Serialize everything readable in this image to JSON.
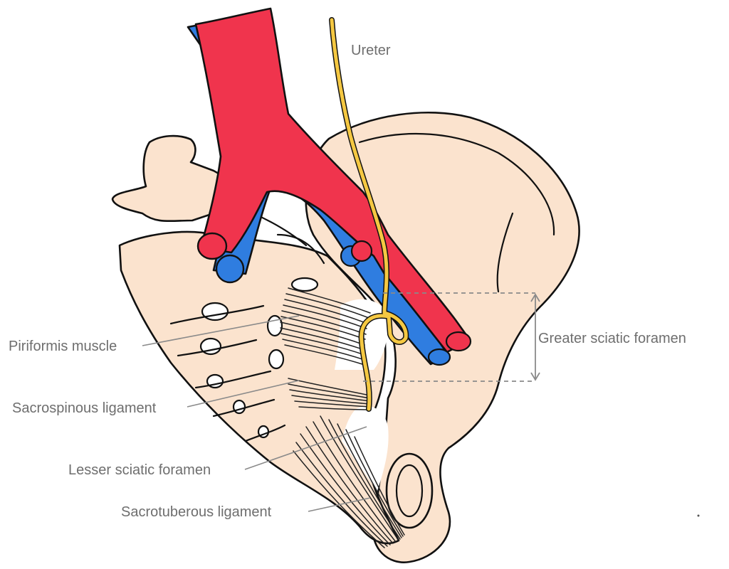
{
  "labels": {
    "ureter": "Ureter",
    "piriformis": "Piriformis muscle",
    "sacrospinous": "Sacrospinous ligament",
    "lesser_foramen": "Lesser sciatic foramen",
    "sacrotuberous": "Sacrotuberous ligament",
    "greater_foramen": "Greater sciatic foramen"
  },
  "colors": {
    "artery": "#f0344d",
    "vein": "#2f7de0",
    "ureter": "#f5c842",
    "bone": "#fbe3ce",
    "label": "#6e6e6e"
  }
}
